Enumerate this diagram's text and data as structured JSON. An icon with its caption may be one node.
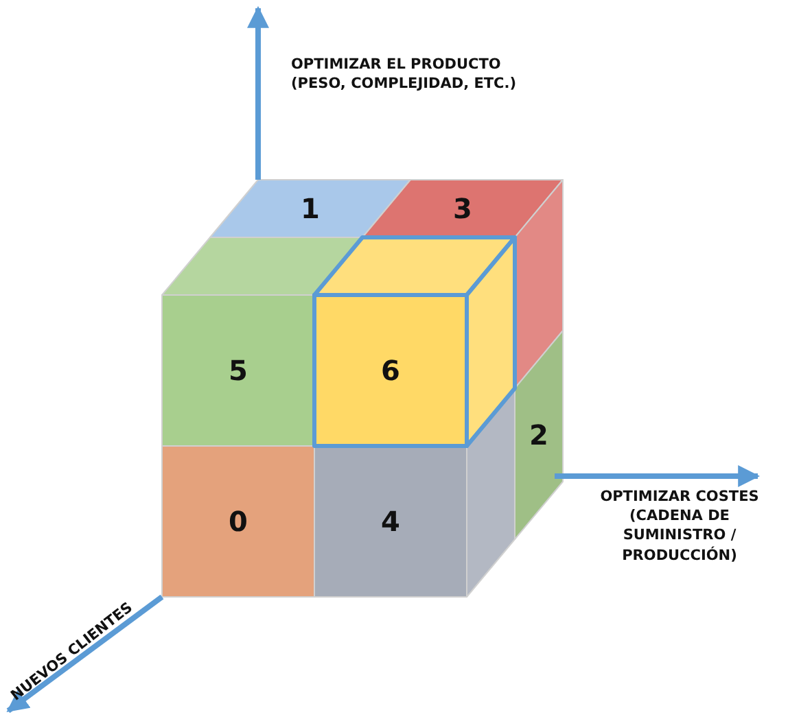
{
  "diagram": {
    "nodes": [
      {
        "text": [
          "1"
        ]
      },
      {
        "text": [
          "3"
        ]
      },
      {
        "text": [
          "5"
        ]
      },
      {
        "text": [
          "6"
        ]
      },
      {
        "text": [
          "2"
        ]
      },
      {
        "text": [
          "0"
        ]
      },
      {
        "text": [
          "4"
        ]
      }
    ],
    "labels": [
      "OPTIMIZAR EL PRODUCTO (PESO, COMPLEJIDAD, ETC.)",
      "OPTIMIZAR COSTES (CADENA DE SUMINISTRO / PRODUCCIÓN)",
      "NUEVOS CLIENTES"
    ]
  }
}
